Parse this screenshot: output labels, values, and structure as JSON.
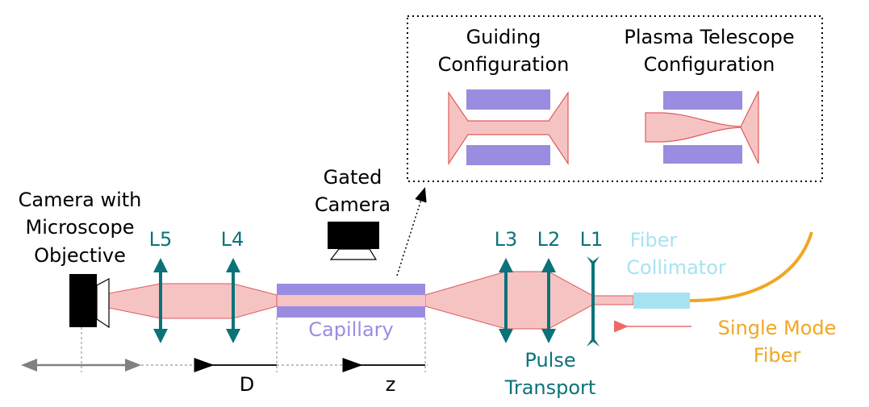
{
  "inset": {
    "guiding": [
      "Guiding",
      "Configuration"
    ],
    "telescope": [
      "Plasma Telescope",
      "Configuration"
    ]
  },
  "labels": {
    "camera_microscope": [
      "Camera with",
      "Microscope",
      "Objective"
    ],
    "gated_camera": [
      "Gated",
      "Camera"
    ],
    "fiber_collimator": [
      "Fiber",
      "Collimator"
    ],
    "single_mode_fiber": [
      "Single Mode",
      "Fiber"
    ],
    "pulse_transport": [
      "Pulse",
      "Transport"
    ],
    "capillary": "Capillary",
    "D": "D",
    "z": "z"
  },
  "lenses": {
    "L1": "L1",
    "L2": "L2",
    "L3": "L3",
    "L4": "L4",
    "L5": "L5"
  },
  "colors": {
    "beam_fill": "#f6c3c3",
    "beam_edge": "#e05a5a",
    "capillary": "#9a8ce0",
    "lens": "#0b7378",
    "fiber": "#f0a722",
    "collimator": "#a6e3f0",
    "arrow_grey": "#808080"
  }
}
